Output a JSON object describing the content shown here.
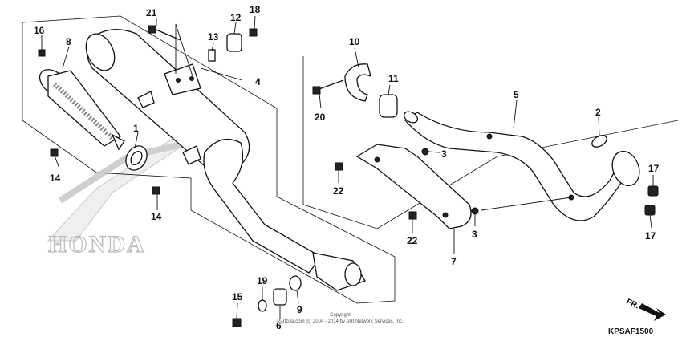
{
  "callouts": {
    "c1": "1",
    "c2": "2",
    "c3a": "3",
    "c3b": "3",
    "c4": "4",
    "c5": "5",
    "c6": "6",
    "c7": "7",
    "c8": "8",
    "c9": "9",
    "c10": "10",
    "c11": "11",
    "c12": "12",
    "c13": "13",
    "c14a": "14",
    "c14b": "14",
    "c15": "15",
    "c16": "16",
    "c17a": "17",
    "c17b": "17",
    "c18": "18",
    "c19": "19",
    "c20": "20",
    "c21": "21",
    "c22a": "22",
    "c22b": "22"
  },
  "copyright": {
    "line1": "Copyright",
    "line2": "Partzilla.com (c) 2004 - 2014 by ARI Network Services, Inc."
  },
  "watermark": "HONDA",
  "direction_label": "FR.",
  "diagram_code": "KPSAF1500"
}
